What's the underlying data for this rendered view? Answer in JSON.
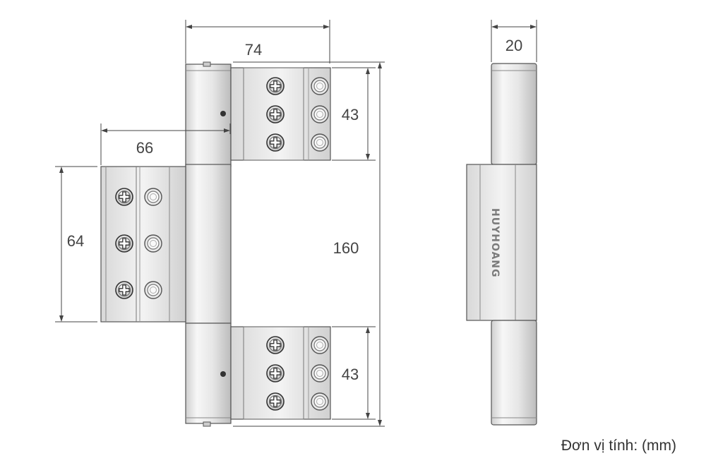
{
  "dimensions": {
    "top_width": "74",
    "left_leaf_width": "66",
    "left_leaf_height": "64",
    "top_leaf_height": "43",
    "bottom_leaf_height": "43",
    "total_height": "160",
    "side_width": "20"
  },
  "brand": "HUYHOANG",
  "unit_note": "Đơn vị tính: (mm)",
  "colors": {
    "line": "#555555",
    "metal_light": "#f2f2f2",
    "metal_mid": "#dcdcdc",
    "metal_dark": "#b8b8b8",
    "text": "#444444"
  },
  "icons": [
    "phillips-screw-icon",
    "round-hole-icon",
    "pin-icon"
  ]
}
